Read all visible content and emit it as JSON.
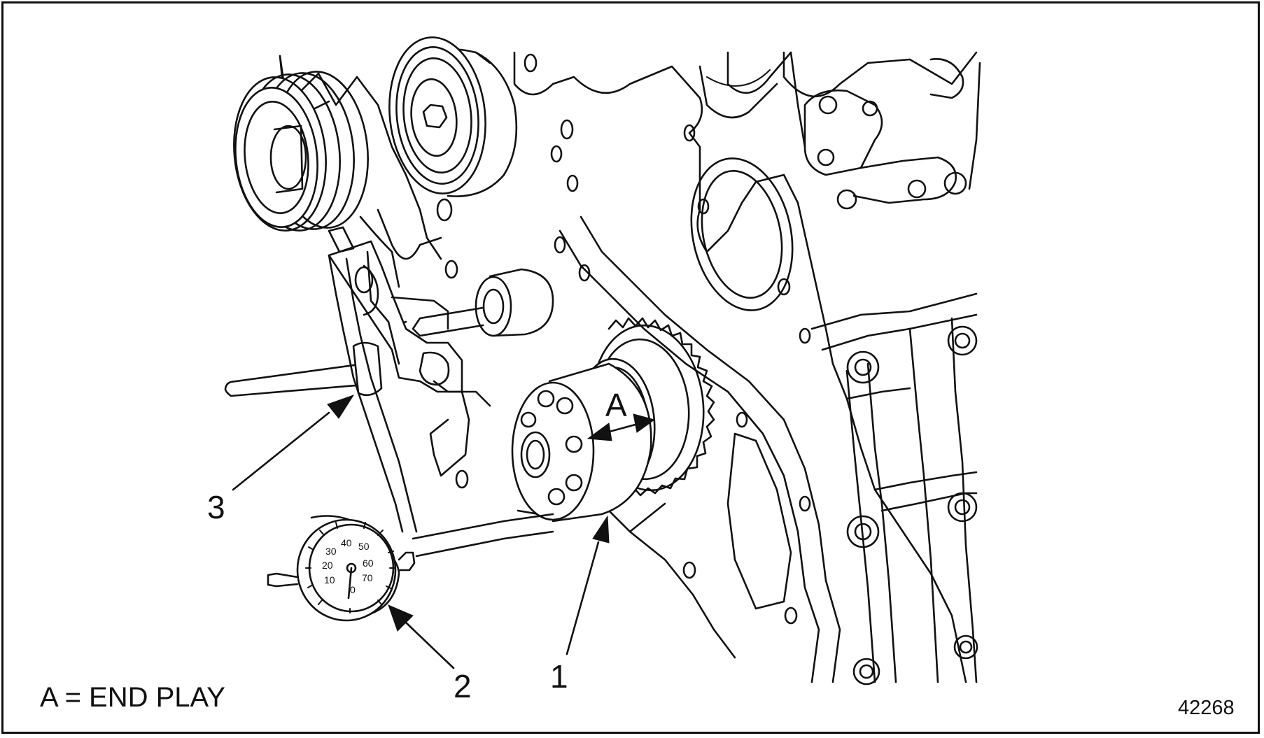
{
  "callouts": {
    "dimension_a": "A",
    "item_1": "1",
    "item_2": "2",
    "item_3": "3"
  },
  "legend": {
    "end_play": "A = END PLAY"
  },
  "figure_number": "42268",
  "dial_indicator_scale": [
    "30",
    "40",
    "50",
    "20",
    "60",
    "10",
    "70",
    "0"
  ],
  "colors": {
    "ink": "#111111",
    "background": "#ffffff"
  }
}
